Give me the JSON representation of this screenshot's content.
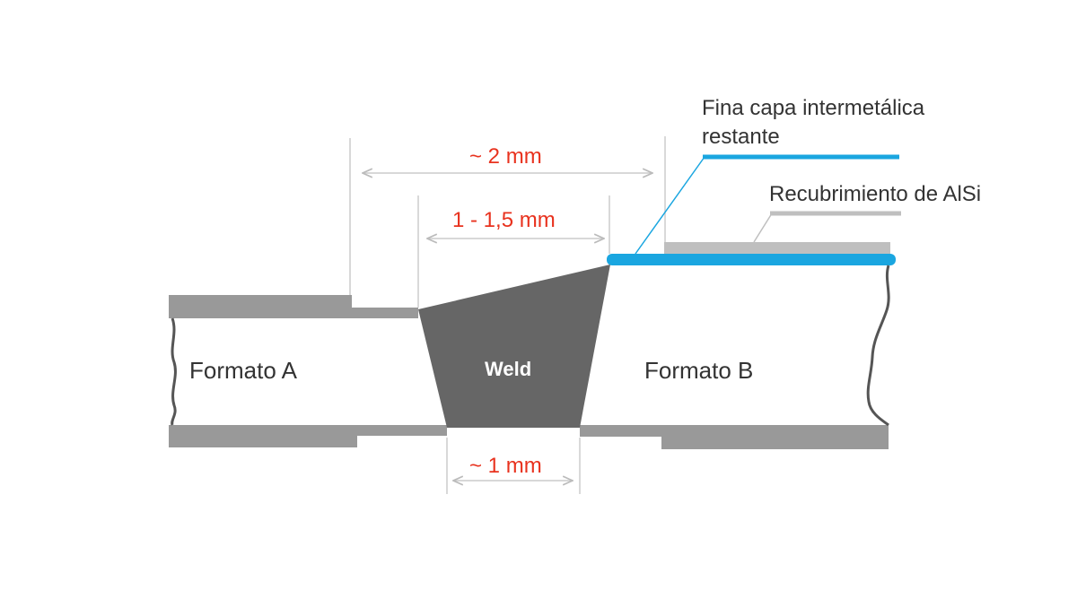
{
  "diagram": {
    "parts": {
      "format_a": "Formato A",
      "format_b": "Formato B",
      "weld": "Weld"
    },
    "dimensions": {
      "overall": "~ 2 mm",
      "top_weld": "1 - 1,5 mm",
      "root": "~ 1 mm"
    },
    "callouts": {
      "intermetallic_line1": "Fina capa intermetálica",
      "intermetallic_line2": "restante",
      "coating": "Recubrimiento de AlSi"
    },
    "colors": {
      "sheet_gray": "#999999",
      "weld_dark": "#666666",
      "outline": "#555555",
      "intermetallic_blue": "#1aa6e0",
      "coating_light": "#bfbfbf",
      "dimension_red": "#e8321e",
      "dimension_line": "#cccccc"
    }
  }
}
